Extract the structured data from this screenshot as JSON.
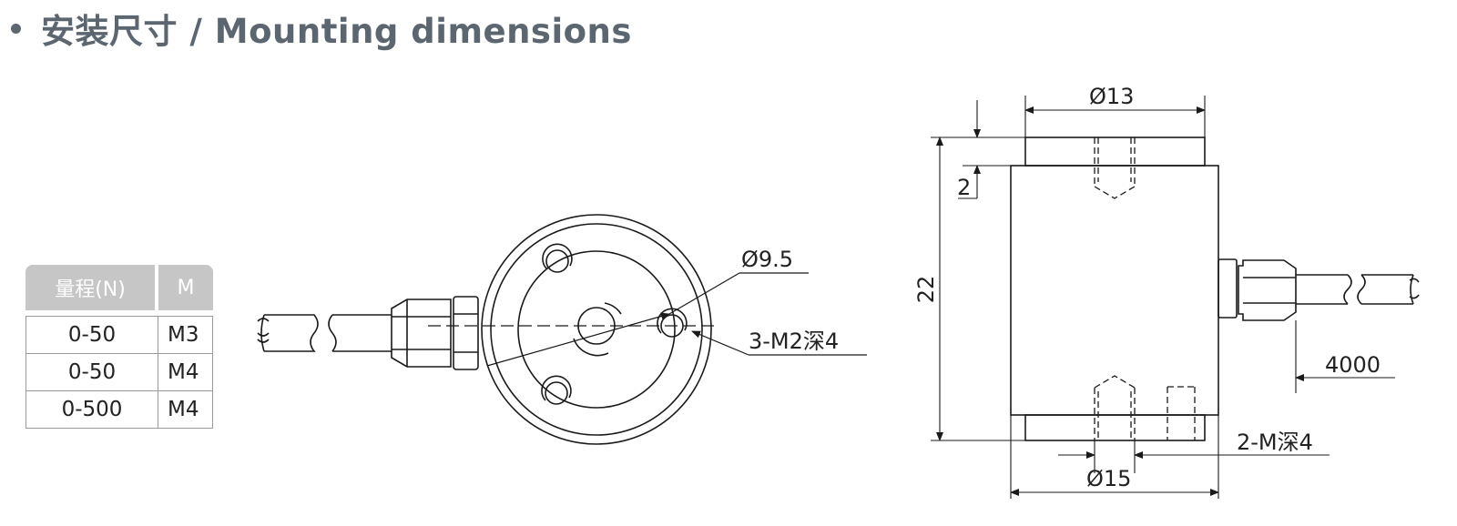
{
  "header": {
    "title": "安装尺寸 / Mounting dimensions"
  },
  "spec_table": {
    "headers": [
      "量程(N)",
      "M"
    ],
    "rows": [
      {
        "range": "0-50",
        "thread": "M3"
      },
      {
        "range": "0-50",
        "thread": "M4"
      },
      {
        "range": "0-500",
        "thread": "M4"
      }
    ]
  },
  "top_view": {
    "dim_hole_circle": "Ø9.5",
    "dim_holes": "3-M2深4"
  },
  "side_view": {
    "dim_top_diameter": "Ø13",
    "dim_step": "2",
    "dim_height": "22",
    "dim_cable": "4000",
    "dim_bottom_threads": "2-M深4",
    "dim_bottom_diameter": "Ø15"
  },
  "colors": {
    "title": "#5b6670",
    "table_header": "#c6c6c6",
    "line": "#1a1a1a"
  }
}
